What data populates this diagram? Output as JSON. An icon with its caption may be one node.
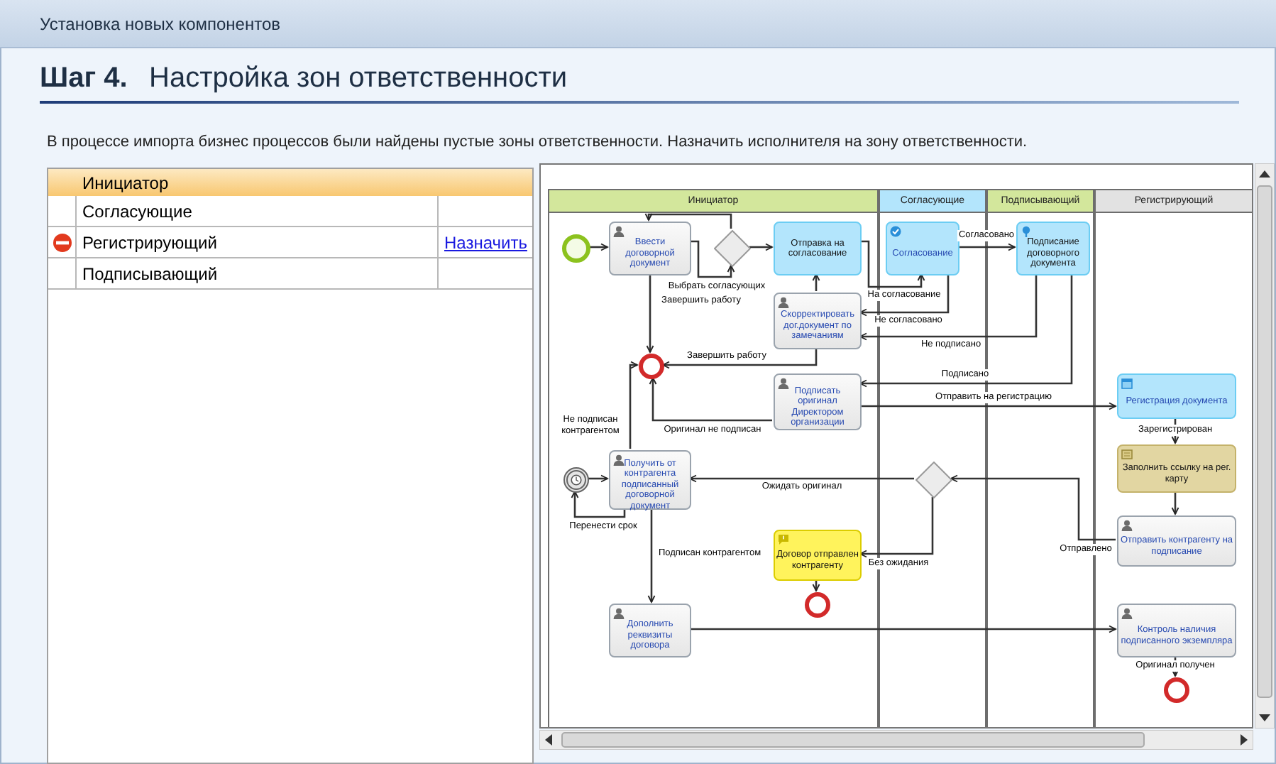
{
  "diagram": {
    "title": "Настройка зон ответственности",
    "nodes": [
      {
        "text": [
          "Инициатор"
        ]
      },
      {
        "text": [
          "Согласующие"
        ]
      },
      {
        "text": [
          "Подписывающий"
        ]
      },
      {
        "text": [
          "Регистрирующий"
        ]
      },
      {
        "text": [],
        "shape": "circle",
        "in": 0
      },
      {
        "text": [
          "Ввести договорной документ"
        ],
        "in": 0
      },
      {
        "text": [],
        "shape": "diamond",
        "in": 0
      },
      {
        "text": [
          "Отправка на согласование"
        ],
        "in": 0
      },
      {
        "text": [
          "Согласование"
        ],
        "in": 1
      },
      {
        "text": [
          "Подписание договорного документа"
        ],
        "in": 2
      },
      {
        "text": [
          "Скорректировать дог.документ по замечаниям"
        ],
        "in": 0
      },
      {
        "text": [],
        "shape": "circle",
        "in": 0
      },
      {
        "text": [
          "Подписать оригинал Директором организации"
        ],
        "in": 0
      },
      {
        "text": [
          "Регистрация документа"
        ],
        "in": 3
      },
      {
        "text": [],
        "shape": "circle",
        "in": 0
      },
      {
        "text": [
          "Получить от контрагента подписанный договорной документ"
        ],
        "in": 0
      },
      {
        "text": [],
        "shape": "diamond",
        "in": 1
      },
      {
        "text": [
          "Заполнить ссылку на рег. карту"
        ],
        "in": 3
      },
      {
        "text": [
          "Договор отправлен контрагенту"
        ],
        "in": 0
      },
      {
        "text": [
          "Отправить контрагенту на подписание"
        ],
        "in": 3
      },
      {
        "text": [],
        "shape": "circle",
        "in": 0
      },
      {
        "text": [
          "Дополнить реквизиты договора"
        ],
        "in": 0
      },
      {
        "text": [
          "Контроль наличия подписанного экземпляра"
        ],
        "in": 3
      },
      {
        "text": [],
        "shape": "circle",
        "in": 3
      }
    ],
    "edges": [
      {
        "from": 4,
        "to": 5,
        "arrow": "to"
      },
      {
        "from": 5,
        "to": 6,
        "arrow": "to",
        "label": "Выбрать согласующих"
      },
      {
        "from": 6,
        "to": 5,
        "arrow": "to"
      },
      {
        "from": 6,
        "to": 7,
        "arrow": "to"
      },
      {
        "from": 5,
        "to": 11,
        "arrow": "to",
        "label": "Завершить работу"
      },
      {
        "from": 7,
        "to": 8,
        "arrow": "to",
        "label": "На согласование"
      },
      {
        "from": 8,
        "to": 10,
        "arrow": "to",
        "label": "Не согласовано"
      },
      {
        "from": 8,
        "to": 9,
        "arrow": "to",
        "label": "Согласовано"
      },
      {
        "from": 9,
        "to": 10,
        "arrow": "to",
        "label": "Не подписано"
      },
      {
        "from": 10,
        "to": 7,
        "arrow": "to"
      },
      {
        "from": 10,
        "to": 11,
        "arrow": "to",
        "label": "Завершить работу"
      },
      {
        "from": 9,
        "to": 12,
        "arrow": "to",
        "label": "Подписано"
      },
      {
        "from": 12,
        "to": 13,
        "arrow": "to",
        "label": "Отправить на регистрацию"
      },
      {
        "from": 12,
        "to": 11,
        "arrow": "to",
        "label": "Оригинал не подписан"
      },
      {
        "from": 15,
        "to": 11,
        "arrow": "to",
        "label": "Не подписан контрагентом"
      },
      {
        "from": 13,
        "to": 17,
        "arrow": "to",
        "label": "Зарегистрирован"
      },
      {
        "from": 17,
        "to": 19,
        "arrow": "to"
      },
      {
        "from": 19,
        "to": 16,
        "arrow": "to",
        "label": "Отправлено"
      },
      {
        "from": 16,
        "to": 15,
        "arrow": "to",
        "label": "Ожидать оригинал"
      },
      {
        "from": 16,
        "to": 18,
        "arrow": "to",
        "label": "Без ожидания"
      },
      {
        "from": 18,
        "to": 20,
        "arrow": "to"
      },
      {
        "from": 14,
        "to": 15,
        "arrow": "to"
      },
      {
        "from": 15,
        "to": 14,
        "arrow": "to",
        "label": "Перенести срок"
      },
      {
        "from": 15,
        "to": 21,
        "arrow": "to",
        "label": "Подписан контрагентом"
      },
      {
        "from": 21,
        "to": 22,
        "arrow": "to"
      },
      {
        "from": 22,
        "to": 23,
        "arrow": "to",
        "label": "Оригинал получен"
      }
    ],
    "labels": [
      "Установка новых компонентов",
      "Шаг 4.",
      "В процессе импорта бизнес процессов были найдены пустые зоны ответственности. Назначить исполнителя на зону ответственности.",
      "Инициатор",
      "Согласующие",
      "Регистрирующий",
      "Назначить",
      "Подписывающий"
    ]
  }
}
